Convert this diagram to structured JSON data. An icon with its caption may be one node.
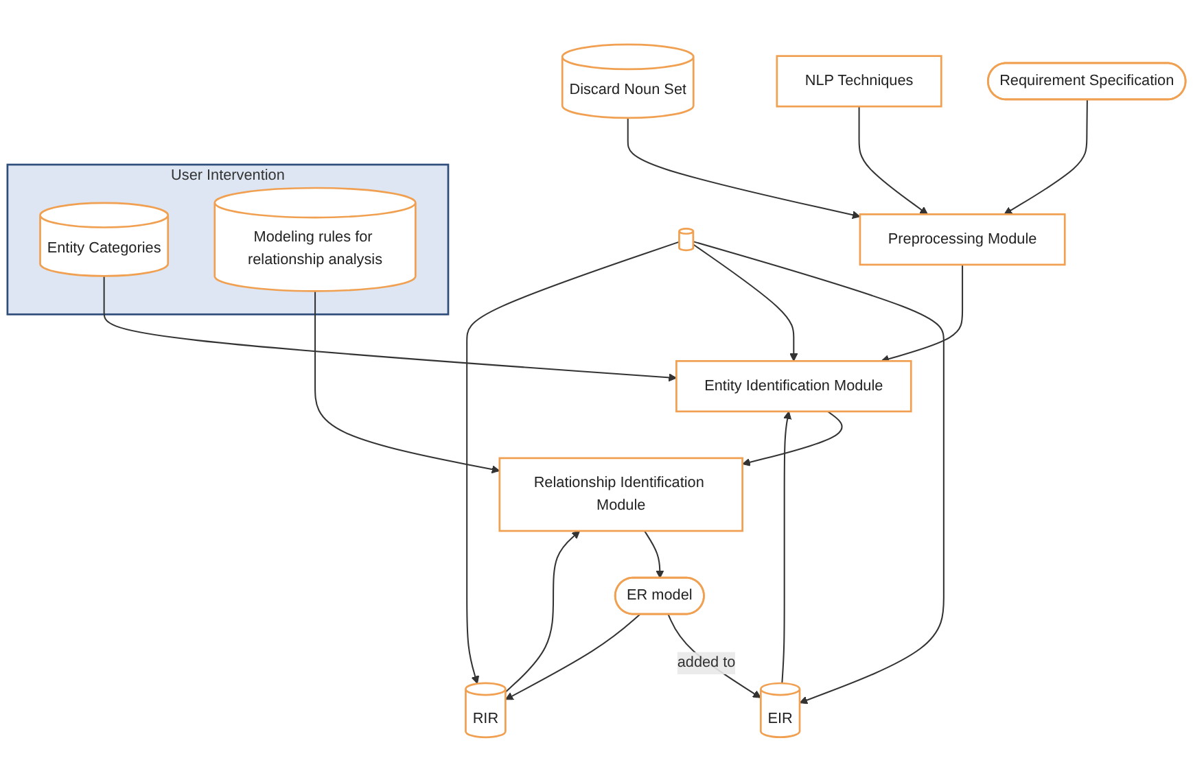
{
  "diagram": {
    "nodes": [
      {
        "text": [
          "Requirement Specification"
        ]
      },
      {
        "text": [
          "NLP Techniques"
        ]
      },
      {
        "text": [
          "Preprocessing Module"
        ]
      },
      {
        "text": [
          "Discard Noun Set"
        ]
      },
      {
        "text": [
          "User Intervention"
        ]
      },
      {
        "text": [
          "EIR"
        ]
      },
      {
        "text": [
          "Entity Identification Module"
        ]
      },
      {
        "text": [
          "Entity Categories"
        ],
        "in": 4
      },
      {
        "text": [],
        "shape": "cylinder"
      },
      {
        "text": [
          "RIR"
        ]
      },
      {
        "text": [
          "Relationship Identification Module"
        ]
      },
      {
        "text": [
          "Modeling rules for relationship analysis"
        ],
        "in": 4
      },
      {
        "text": [
          "ER model"
        ]
      }
    ],
    "edges": [
      {
        "from": 0,
        "to": 2,
        "arrow": "to"
      },
      {
        "from": 1,
        "to": 2,
        "arrow": "to"
      },
      {
        "from": 3,
        "to": 2,
        "arrow": "to"
      },
      {
        "from": 2,
        "to": 6,
        "arrow": "to"
      },
      {
        "from": 5,
        "to": 6,
        "arrow": "to"
      },
      {
        "from": 8,
        "to": 5,
        "arrow": "to"
      },
      {
        "from": 8,
        "to": 6,
        "arrow": "to"
      },
      {
        "from": 8,
        "to": 9,
        "arrow": "to"
      },
      {
        "from": 7,
        "to": 6,
        "arrow": "to"
      },
      {
        "from": 6,
        "to": 10,
        "arrow": "to"
      },
      {
        "from": 9,
        "to": 10,
        "arrow": "to"
      },
      {
        "from": 11,
        "to": 10,
        "arrow": "to"
      },
      {
        "from": 10,
        "to": 12,
        "arrow": "to"
      },
      {
        "from": 12,
        "to": 5,
        "arrow": "to",
        "label": "added to"
      },
      {
        "from": 12,
        "to": 9,
        "arrow": "to"
      }
    ]
  }
}
